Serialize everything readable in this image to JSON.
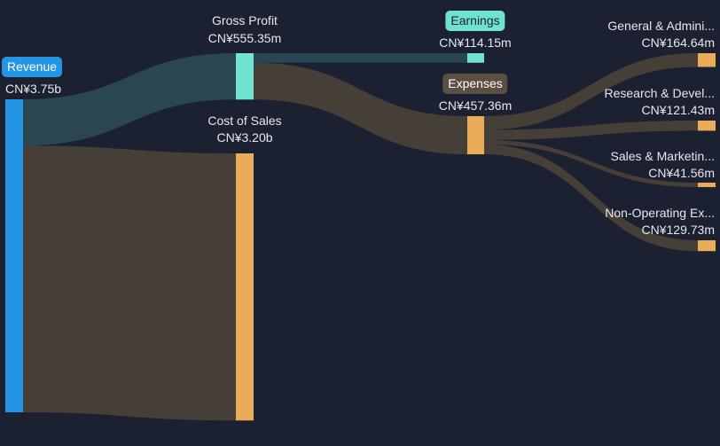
{
  "chart_data": {
    "type": "sankey",
    "currency": "CN¥",
    "nodes": [
      {
        "id": "revenue",
        "name": "Revenue",
        "value_label": "CN¥3.75b",
        "value": 3750,
        "color": "#2494e4"
      },
      {
        "id": "gross_profit",
        "name": "Gross Profit",
        "value_label": "CN¥555.35m",
        "value": 555.35,
        "color": "#6fe3cf"
      },
      {
        "id": "cost_of_sales",
        "name": "Cost of Sales",
        "value_label": "CN¥3.20b",
        "value": 3200,
        "color": "#e9ad5a"
      },
      {
        "id": "earnings",
        "name": "Earnings",
        "value_label": "CN¥114.15m",
        "value": 114.15,
        "color": "#6fe3cf"
      },
      {
        "id": "expenses",
        "name": "Expenses",
        "value_label": "CN¥457.36m",
        "value": 457.36,
        "color": "#e9ad5a"
      },
      {
        "id": "general_admin",
        "name": "General & Admini...",
        "value_label": "CN¥164.64m",
        "value": 164.64,
        "color": "#e9ad5a"
      },
      {
        "id": "research_dev",
        "name": "Research & Devel...",
        "value_label": "CN¥121.43m",
        "value": 121.43,
        "color": "#e9ad5a"
      },
      {
        "id": "sales_marketing",
        "name": "Sales & Marketin...",
        "value_label": "CN¥41.56m",
        "value": 41.56,
        "color": "#e9ad5a"
      },
      {
        "id": "non_operating",
        "name": "Non-Operating Ex...",
        "value_label": "CN¥129.73m",
        "value": 129.73,
        "color": "#e9ad5a"
      }
    ],
    "links": [
      {
        "source": "revenue",
        "target": "gross_profit",
        "value": 555.35,
        "color": "#2c4a56"
      },
      {
        "source": "revenue",
        "target": "cost_of_sales",
        "value": 3200,
        "color": "#4a4339"
      },
      {
        "source": "gross_profit",
        "target": "earnings",
        "value": 114.15,
        "color": "#2c4a56"
      },
      {
        "source": "gross_profit",
        "target": "expenses",
        "value": 457.36,
        "color": "#4a4339"
      },
      {
        "source": "expenses",
        "target": "general_admin",
        "value": 164.64,
        "color": "#4a4339"
      },
      {
        "source": "expenses",
        "target": "research_dev",
        "value": 121.43,
        "color": "#4a4339"
      },
      {
        "source": "expenses",
        "target": "sales_marketing",
        "value": 41.56,
        "color": "#4a4339"
      },
      {
        "source": "expenses",
        "target": "non_operating",
        "value": 129.73,
        "color": "#4a4339"
      }
    ]
  }
}
